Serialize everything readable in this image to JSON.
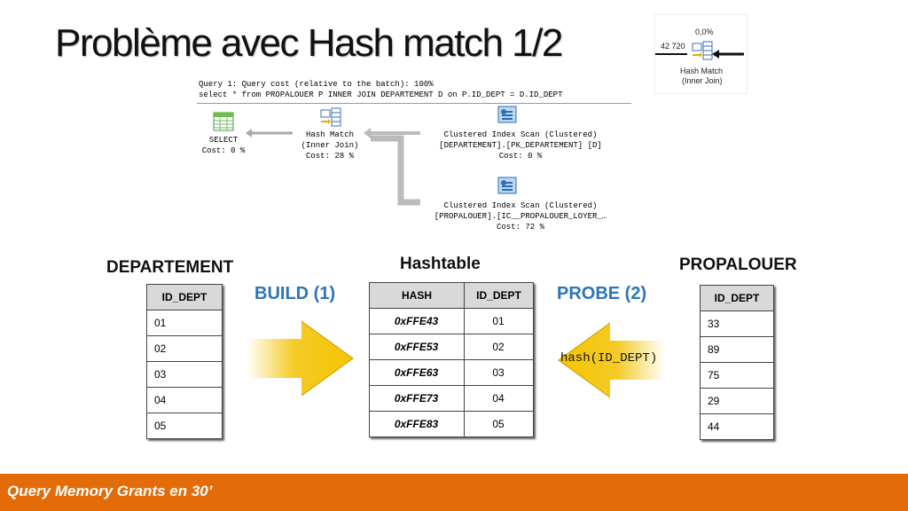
{
  "title": "Problème avec Hash match 1/2",
  "plan": {
    "query_line": "Query 1: Query cost (relative to the batch): 100%",
    "sql_line": "select * from PROPALOUER P INNER JOIN DEPARTEMENT D on P.ID_DEPT = D.ID_DEPT",
    "select_node": {
      "label": "SELECT",
      "cost": "Cost: 0 %"
    },
    "hash_node": {
      "label": "Hash Match",
      "sub": "(Inner Join)",
      "cost": "Cost: 28 %"
    },
    "scan1": {
      "label": "Clustered Index Scan (Clustered)",
      "object": "[DEPARTEMENT].[PK_DEPARTEMENT] [D]",
      "cost": "Cost: 0 %"
    },
    "scan2": {
      "label": "Clustered Index Scan (Clustered)",
      "object": "[PROPALOUER].[IC__PROPALOUER_LOYER_…",
      "cost": "Cost: 72 %"
    }
  },
  "inset": {
    "percent": "0,0%",
    "rows": "42 720",
    "label1": "Hash Match",
    "label2": "(Inner Join)"
  },
  "left_table": {
    "title": "DEPARTEMENT",
    "header": "ID_DEPT",
    "rows": [
      "01",
      "02",
      "03",
      "04",
      "05"
    ]
  },
  "build_label": "BUILD (1)",
  "probe_label": "PROBE (2)",
  "hashtable": {
    "title": "Hashtable",
    "headers": [
      "HASH",
      "ID_DEPT"
    ],
    "rows": [
      [
        "0xFFE43",
        "01"
      ],
      [
        "0xFFE53",
        "02"
      ],
      [
        "0xFFE63",
        "03"
      ],
      [
        "0xFFE73",
        "04"
      ],
      [
        "0xFFE83",
        "05"
      ]
    ]
  },
  "probe_code": "hash(ID_DEPT)",
  "right_table": {
    "title": "PROPALOUER",
    "header": "ID_DEPT",
    "rows": [
      "33",
      "89",
      "75",
      "29",
      "44"
    ]
  },
  "footer": "Query Memory Grants en 30’",
  "colors": {
    "accent_blue": "#2e75b6",
    "footer_orange": "#e36c09",
    "arrow_yellow": "#f2c200"
  },
  "icons": [
    "table-grid-icon",
    "hash-match-icon",
    "index-scan-icon",
    "yellow-arrow-icon"
  ]
}
